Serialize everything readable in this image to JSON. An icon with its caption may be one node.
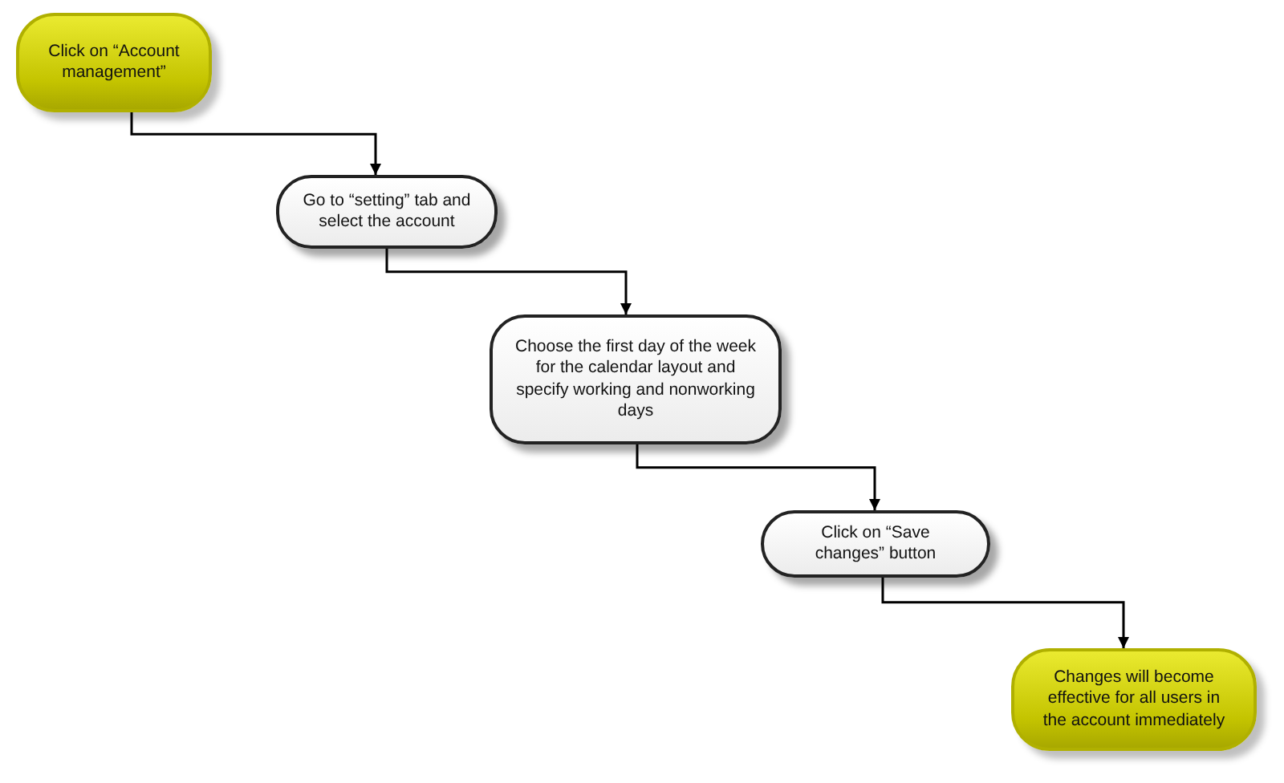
{
  "diagram": {
    "nodes": [
      {
        "text": [
          "Click on “Account management”"
        ]
      },
      {
        "text": [
          "Go to “setting” tab and select the account"
        ]
      },
      {
        "text": [
          "Choose the first day of the week for the calendar layout and specify working and nonworking days"
        ]
      },
      {
        "text": [
          "Click on “Save changes” button"
        ]
      },
      {
        "text": [
          "Changes will become effective for all users in the account immediately"
        ]
      }
    ],
    "edges": [
      {
        "from": 0,
        "to": 1,
        "arrow": "to"
      },
      {
        "from": 1,
        "to": 2,
        "arrow": "to"
      },
      {
        "from": 2,
        "to": 3,
        "arrow": "to"
      },
      {
        "from": 3,
        "to": 4,
        "arrow": "to"
      }
    ]
  }
}
